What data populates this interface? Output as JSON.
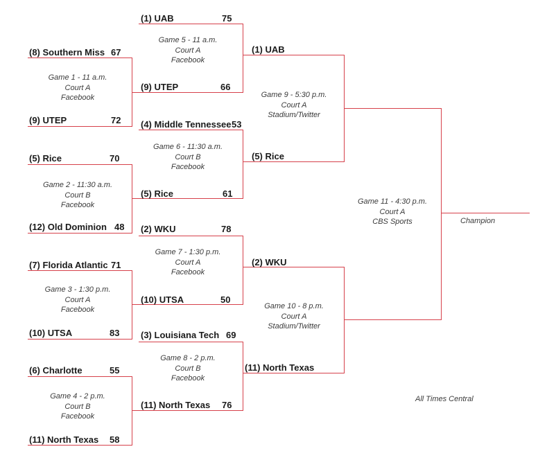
{
  "round1": [
    {
      "game": "Game 1 - 11 a.m.",
      "court": "Court A",
      "network": "Facebook",
      "top": {
        "team": "(8) Southern Miss",
        "score": "67"
      },
      "bottom": {
        "team": "(9) UTEP",
        "score": "72"
      }
    },
    {
      "game": "Game 2 - 11:30 a.m.",
      "court": "Court B",
      "network": "Facebook",
      "top": {
        "team": "(5) Rice",
        "score": "70"
      },
      "bottom": {
        "team": "(12) Old Dominion",
        "score": "48"
      }
    },
    {
      "game": "Game 3 - 1:30 p.m.",
      "court": "Court A",
      "network": "Facebook",
      "top": {
        "team": "(7) Florida Atlantic",
        "score": "71"
      },
      "bottom": {
        "team": "(10) UTSA",
        "score": "83"
      }
    },
    {
      "game": "Game 4 - 2 p.m.",
      "court": "Court B",
      "network": "Facebook",
      "top": {
        "team": "(6) Charlotte",
        "score": "55"
      },
      "bottom": {
        "team": "(11) North Texas",
        "score": "58"
      }
    }
  ],
  "round2": [
    {
      "game": "Game 5 - 11 a.m.",
      "court": "Court A",
      "network": "Facebook",
      "top": {
        "team": "(1) UAB",
        "score": "75"
      },
      "bottom": {
        "team": "(9) UTEP",
        "score": "66"
      }
    },
    {
      "game": "Game 6 - 11:30 a.m.",
      "court": "Court B",
      "network": "Facebook",
      "top": {
        "team": "(4) Middle Tennessee",
        "score": "53"
      },
      "bottom": {
        "team": "(5) Rice",
        "score": "61"
      }
    },
    {
      "game": "Game 7 - 1:30 p.m.",
      "court": "Court A",
      "network": "Facebook",
      "top": {
        "team": "(2) WKU",
        "score": "78"
      },
      "bottom": {
        "team": "(10) UTSA",
        "score": "50"
      }
    },
    {
      "game": "Game 8 - 2 p.m.",
      "court": "Court B",
      "network": "Facebook",
      "top": {
        "team": "(3) Louisiana Tech",
        "score": "69"
      },
      "bottom": {
        "team": "(11) North Texas",
        "score": "76"
      }
    }
  ],
  "semis": [
    {
      "game": "Game 9 - 5:30 p.m.",
      "court": "Court A",
      "network": "Stadium/Twitter",
      "top": {
        "team": "(1) UAB"
      },
      "bottom": {
        "team": "(5) Rice"
      }
    },
    {
      "game": "Game 10 - 8 p.m.",
      "court": "Court A",
      "network": "Stadium/Twitter",
      "top": {
        "team": "(2) WKU"
      },
      "bottom": {
        "team": "(11) North Texas"
      }
    }
  ],
  "final": {
    "game": "Game 11 - 4:30 p.m.",
    "court": "Court A",
    "network": "CBS Sports"
  },
  "champion_label": "Champion",
  "times_note": "All Times Central",
  "colors": {
    "line": "#d6404a",
    "text": "#1a1a1a",
    "info": "#3a3a3a"
  }
}
